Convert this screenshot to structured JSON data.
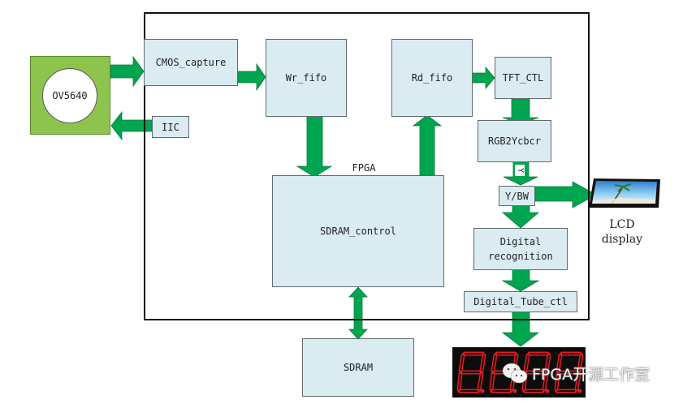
{
  "diagram": {
    "title": "FPGA digital recognition system block diagram",
    "container_label": "FPGA",
    "colors": {
      "block_fill": "#daebf2",
      "block_border": "#606a6e",
      "arrow_fill": "#00a550",
      "camera_fill": "#8dc44e",
      "segment_on": "#e21b23",
      "segment_bg": "#0c0c0c"
    },
    "nodes": {
      "camera": {
        "label": "OV5640"
      },
      "cmos_capture": {
        "label": "CMOS_capture"
      },
      "iic": {
        "label": "IIC"
      },
      "wr_fifo": {
        "label": "Wr_fifo"
      },
      "rd_fifo": {
        "label": "Rd_fifo"
      },
      "tft_ctl": {
        "label": "TFT_CTL"
      },
      "rgb2ycbcr": {
        "label": "RGB2Ycbcr"
      },
      "y_bw": {
        "label": "Y/BW"
      },
      "digital_recognition": {
        "label_line1": "Digital",
        "label_line2": "recognition"
      },
      "digital_tube_ctl": {
        "label": "Digital_Tube_ctl"
      },
      "sdram_control": {
        "label": "SDRAM_control"
      },
      "sdram": {
        "label": "SDRAM"
      },
      "lcd": {
        "label_line1": "LCD",
        "label_line2": "display",
        "icon": "lcd-screen-icon"
      },
      "seven_segment": {
        "icon": "seven-segment-display-icon",
        "digits": 4
      }
    },
    "edge_labels": {
      "rgb_to_ybw": "Y"
    },
    "edges": [
      {
        "from": "camera",
        "to": "cmos_capture"
      },
      {
        "from": "iic",
        "to": "camera"
      },
      {
        "from": "cmos_capture",
        "to": "wr_fifo"
      },
      {
        "from": "wr_fifo",
        "to": "sdram_control"
      },
      {
        "from": "sdram_control",
        "to": "rd_fifo"
      },
      {
        "from": "rd_fifo",
        "to": "tft_ctl"
      },
      {
        "from": "tft_ctl",
        "to": "rgb2ycbcr"
      },
      {
        "from": "rgb2ycbcr",
        "to": "y_bw",
        "label": "Y"
      },
      {
        "from": "y_bw",
        "to": "lcd"
      },
      {
        "from": "y_bw",
        "to": "digital_recognition"
      },
      {
        "from": "digital_recognition",
        "to": "digital_tube_ctl"
      },
      {
        "from": "digital_tube_ctl",
        "to": "seven_segment"
      },
      {
        "from": "sdram_control",
        "to": "sdram",
        "bidirectional": true
      }
    ]
  },
  "watermark": {
    "icon": "wechat-icon",
    "text": "FPGA开源工作室"
  }
}
